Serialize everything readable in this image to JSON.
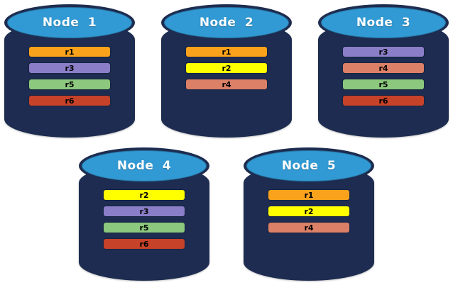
{
  "colors": {
    "background": "#ffffff",
    "cylinder_body": "#1d2c50",
    "cylinder_top": "#3199d3",
    "cylinder_outline": "#152238",
    "node_label_text": "#ffffff",
    "replica_label_text": "#000000"
  },
  "replica_colors": {
    "r1": "#faa21c",
    "r2": "#ffff00",
    "r3": "#8b7ec8",
    "r4": "#dc8067",
    "r5": "#8cc87d",
    "r6": "#c64228"
  },
  "nodes": [
    {
      "label": "Node 1",
      "replicas": [
        "r1",
        "r3",
        "r5",
        "r6"
      ]
    },
    {
      "label": "Node 2",
      "replicas": [
        "r1",
        "r2",
        "r4"
      ]
    },
    {
      "label": "Node 3",
      "replicas": [
        "r3",
        "r4",
        "r5",
        "r6"
      ]
    },
    {
      "label": "Node 4",
      "replicas": [
        "r2",
        "r3",
        "r5",
        "r6"
      ]
    },
    {
      "label": "Node 5",
      "replicas": [
        "r1",
        "r2",
        "r4"
      ]
    }
  ]
}
